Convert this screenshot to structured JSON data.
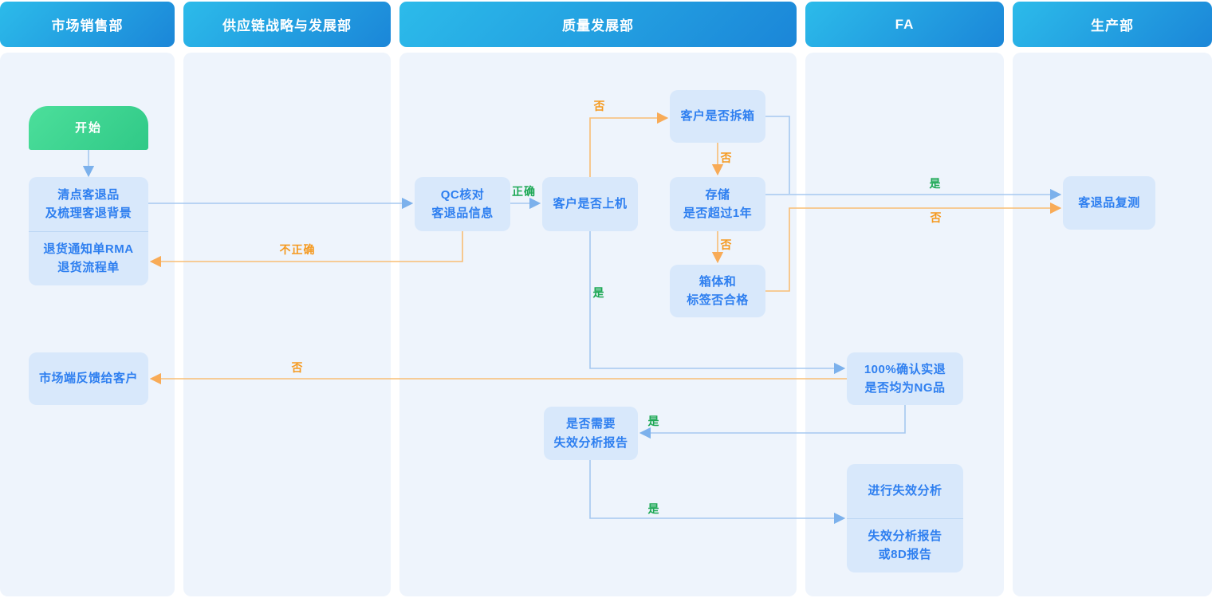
{
  "lanes": [
    {
      "label": "市场销售部"
    },
    {
      "label": "供应链战略与发展部"
    },
    {
      "label": "质量发展部"
    },
    {
      "label": "FA"
    },
    {
      "label": "生产部"
    }
  ],
  "nodes": {
    "start": {
      "label": "开始"
    },
    "count": {
      "lines": [
        "清点客退品",
        "及梳理客退背景"
      ]
    },
    "rma": {
      "lines": [
        "退货通知单RMA",
        "退货流程单"
      ]
    },
    "feedback": {
      "label": "市场端反馈给客户"
    },
    "qc": {
      "lines": [
        "QC核对",
        "客退品信息"
      ]
    },
    "onmachine": {
      "label": "客户是否上机"
    },
    "unbox": {
      "label": "客户是否拆箱"
    },
    "storage": {
      "lines": [
        "存储",
        "是否超过1年"
      ]
    },
    "boxlabel": {
      "lines": [
        "箱体和",
        "标签否合格"
      ]
    },
    "confirm": {
      "lines": [
        "100%确认实退",
        "是否均为NG品"
      ]
    },
    "fa_need": {
      "lines": [
        "是否需要",
        "失效分析报告"
      ]
    },
    "fa_do": {
      "label": "进行失效分析"
    },
    "fa_report": {
      "lines": [
        "失效分析报告",
        "或8D报告"
      ]
    },
    "retest": {
      "label": "客退品复测"
    }
  },
  "edge_labels": {
    "qc_correct": "正确",
    "qc_incorrect": "不正确",
    "onmachine_no": "否",
    "unbox_no": "否",
    "storage_no": "否",
    "storage_yes": "是",
    "boxlabel_no": "否",
    "onmachine_yes": "是",
    "confirm_no": "否",
    "confirm_yes": "是",
    "faneed_yes": "是"
  },
  "colors": {
    "header_gradient_start": "#2cbbea",
    "header_gradient_end": "#1b86d8",
    "lane_background": "#eef4fc",
    "node_background": "#d8e8fb",
    "node_text": "#2e7ff0",
    "start_gradient_start": "#4cdf9b",
    "start_gradient_end": "#30c987",
    "line_blue": "#a6c8f0",
    "arrow_blue": "#7cb1ec",
    "line_orange": "#f8bd74",
    "arrow_orange": "#f8ab57",
    "label_green": "#1ca854",
    "label_orange": "#f5991e"
  }
}
